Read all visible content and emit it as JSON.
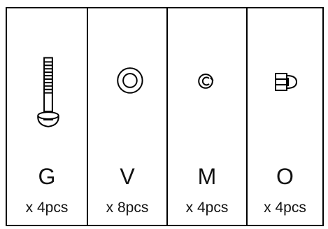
{
  "parts": [
    {
      "letter": "G",
      "qty": "x 4pcs",
      "icon": "bolt-icon"
    },
    {
      "letter": "V",
      "qty": "x 8pcs",
      "icon": "washer-icon"
    },
    {
      "letter": "M",
      "qty": "x 4pcs",
      "icon": "spring-washer-icon"
    },
    {
      "letter": "O",
      "qty": "x 4pcs",
      "icon": "cap-nut-icon"
    }
  ],
  "colors": {
    "line": "#000000",
    "background": "#ffffff"
  }
}
